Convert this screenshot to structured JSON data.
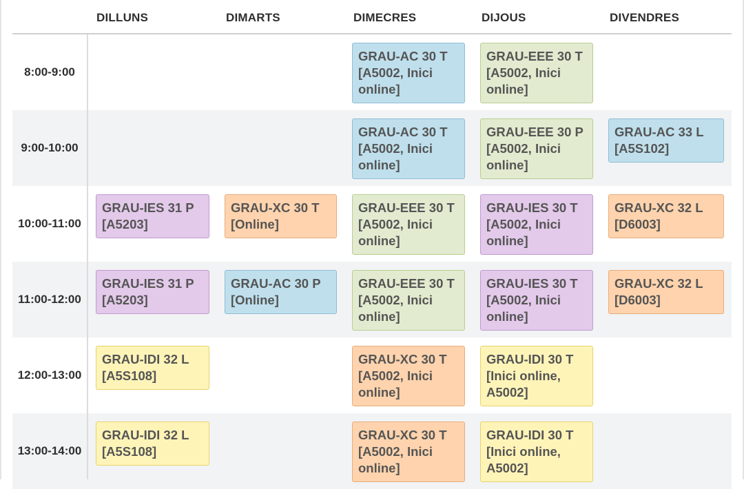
{
  "days": [
    "DILLUNS",
    "DIMARTS",
    "DIMECRES",
    "DIJOUS",
    "DIVENDRES"
  ],
  "times": [
    "8:00-9:00",
    "9:00-10:00",
    "10:00-11:00",
    "11:00-12:00",
    "12:00-13:00",
    "13:00-14:00"
  ],
  "events": {
    "r0_wed": {
      "title": "GRAU-AC 30 T",
      "room": "[A5002, Inici online]",
      "color": "blue"
    },
    "r0_thu": {
      "title": "GRAU-EEE 30 T",
      "room": "[A5002, Inici online]",
      "color": "green"
    },
    "r1_wed": {
      "title": "GRAU-AC 30 T",
      "room": "[A5002, Inici online]",
      "color": "blue"
    },
    "r1_thu": {
      "title": "GRAU-EEE 30 P",
      "room": "[A5002, Inici online]",
      "color": "green"
    },
    "r1_fri": {
      "title": "GRAU-AC 33 L",
      "room": "[A5S102]",
      "color": "blue"
    },
    "r2_mon": {
      "title": "GRAU-IES 31 P",
      "room": "[A5203]",
      "color": "purple"
    },
    "r2_tue": {
      "title": "GRAU-XC 30 T",
      "room": "[Online]",
      "color": "orange"
    },
    "r2_wed": {
      "title": "GRAU-EEE 30 T",
      "room": "[A5002, Inici online]",
      "color": "green"
    },
    "r2_thu": {
      "title": "GRAU-IES 30 T",
      "room": "[A5002, Inici online]",
      "color": "purple"
    },
    "r2_fri": {
      "title": "GRAU-XC 32 L",
      "room": "[D6003]",
      "color": "orange"
    },
    "r3_mon": {
      "title": "GRAU-IES 31 P",
      "room": "[A5203]",
      "color": "purple"
    },
    "r3_tue": {
      "title": "GRAU-AC 30 P",
      "room": "[Online]",
      "color": "blue"
    },
    "r3_wed": {
      "title": "GRAU-EEE 30 T",
      "room": "[A5002, Inici online]",
      "color": "green"
    },
    "r3_thu": {
      "title": "GRAU-IES 30 T",
      "room": "[A5002, Inici online]",
      "color": "purple"
    },
    "r3_fri": {
      "title": "GRAU-XC 32 L",
      "room": "[D6003]",
      "color": "orange"
    },
    "r4_mon": {
      "title": "GRAU-IDI 32 L",
      "room": "[A5S108]",
      "color": "yellow"
    },
    "r4_wed": {
      "title": "GRAU-XC 30 T",
      "room": "[A5002, Inici online]",
      "color": "orange"
    },
    "r4_thu": {
      "title": "GRAU-IDI 30 T",
      "room": "[Inici online, A5002]",
      "color": "yellow"
    },
    "r5_mon": {
      "title": "GRAU-IDI 32 L",
      "room": "[A5S108]",
      "color": "yellow"
    },
    "r5_wed": {
      "title": "GRAU-XC 30 T",
      "room": "[A5002, Inici online]",
      "color": "orange"
    },
    "r5_thu": {
      "title": "GRAU-IDI 30 T",
      "room": "[Inici online, A5002]",
      "color": "yellow"
    }
  },
  "colors": {
    "blue": "#bfdfec",
    "green": "#e2ebcf",
    "purple": "#e3c9ea",
    "orange": "#fed3ad",
    "yellow": "#fff4b8",
    "row_alt": "#f2f3f4"
  }
}
